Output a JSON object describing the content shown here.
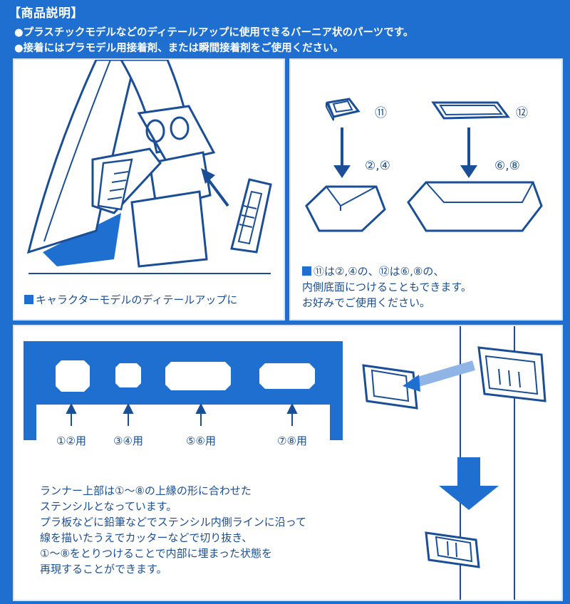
{
  "header": {
    "title": "【商品説明】",
    "line1": "●プラスチックモデルなどのディテールアップに使用できるバーニア状のパーツです。",
    "line2": "●接着にはプラモデル用接着剤、または瞬間接着剤をご使用ください。"
  },
  "panel1": {
    "caption": "キャラクターモデルのディテールアップに"
  },
  "panel2": {
    "label_11": "⑪",
    "label_12": "⑫",
    "label_24": "②,④",
    "label_68": "⑥,⑧",
    "note_line1": "⑪は②,④の、⑫は⑥,⑧の、",
    "note_line2": "内側底面につけることもできます。",
    "note_line3": "お好みでご使用ください。"
  },
  "panel3": {
    "runner_labels": [
      "①②用",
      "③④用",
      "⑤⑥用",
      "⑦⑧用"
    ],
    "desc": [
      "ランナー上部は①～⑧の上縁の形に合わせた",
      "ステンシルとなっています。",
      "プラ板などに鉛筆などでステンシル内側ラインに沿って",
      "線を描いたうえでカッターなどで切り抜き、",
      "①～⑧をとりつけることで内部に埋まった状態を",
      "再現することができます。"
    ]
  },
  "colors": {
    "background": "#1f6fd1",
    "panel": "#ffffff",
    "ink": "#1a4e96",
    "accent": "#1f6fd1"
  }
}
